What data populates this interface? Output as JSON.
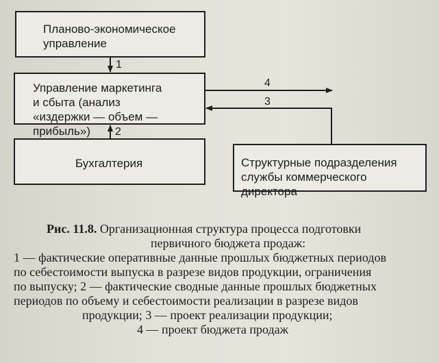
{
  "diagram": {
    "boxes": {
      "planning": [
        "Планово-экономическое",
        "управление"
      ],
      "marketing": [
        "Управление маркетинга",
        "и сбыта (анализ",
        "«издержки — объем — прибыль»)"
      ],
      "accounting": [
        "Бухгалтерия"
      ],
      "structural": [
        "Структурные подразделения",
        "службы коммерческого директора"
      ]
    },
    "arrow_labels": [
      "1",
      "2",
      "3",
      "4"
    ]
  },
  "caption": {
    "label": "Рис. 11.8.",
    "title_lines": [
      "Организационная структура процесса подготовки",
      "первичного бюджета продаж:"
    ],
    "legend_lines": [
      "1 — фактические оперативные данные прошлых бюджетных периодов",
      "по себестоимости выпуска в разрезе видов продукции, ограничения",
      "по выпуску; 2 — фактические сводные данные прошлых бюджетных",
      "периодов по объему и себестоимости реализации в разрезе видов",
      "продукции;  3 — проект реализации продукции;",
      "4 — проект бюджета продаж"
    ]
  }
}
